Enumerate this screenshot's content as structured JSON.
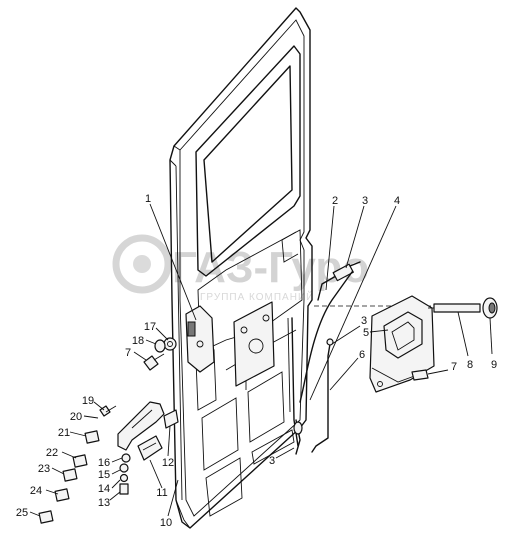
{
  "watermark": {
    "title": "ГАЗ-Гуро",
    "subtitle": "ГРУППА КОМПАНИЙ"
  },
  "callouts": [
    {
      "id": "c1",
      "text": "1"
    },
    {
      "id": "c2",
      "text": "2"
    },
    {
      "id": "c3a",
      "text": "3"
    },
    {
      "id": "c4",
      "text": "4"
    },
    {
      "id": "c3b",
      "text": "3"
    },
    {
      "id": "c5",
      "text": "5"
    },
    {
      "id": "c6",
      "text": "6"
    },
    {
      "id": "c7r",
      "text": "7"
    },
    {
      "id": "c8",
      "text": "8"
    },
    {
      "id": "c9",
      "text": "9"
    },
    {
      "id": "c17",
      "text": "17"
    },
    {
      "id": "c18",
      "text": "18"
    },
    {
      "id": "c7l",
      "text": "7"
    },
    {
      "id": "c19",
      "text": "19"
    },
    {
      "id": "c20",
      "text": "20"
    },
    {
      "id": "c21",
      "text": "21"
    },
    {
      "id": "c22",
      "text": "22"
    },
    {
      "id": "c23",
      "text": "23"
    },
    {
      "id": "c24",
      "text": "24"
    },
    {
      "id": "c25",
      "text": "25"
    },
    {
      "id": "c16",
      "text": "16"
    },
    {
      "id": "c15",
      "text": "15"
    },
    {
      "id": "c14",
      "text": "14"
    },
    {
      "id": "c13",
      "text": "13"
    },
    {
      "id": "c12",
      "text": "12"
    },
    {
      "id": "c11",
      "text": "11"
    },
    {
      "id": "c10",
      "text": "10"
    },
    {
      "id": "c3c",
      "text": "3"
    }
  ]
}
